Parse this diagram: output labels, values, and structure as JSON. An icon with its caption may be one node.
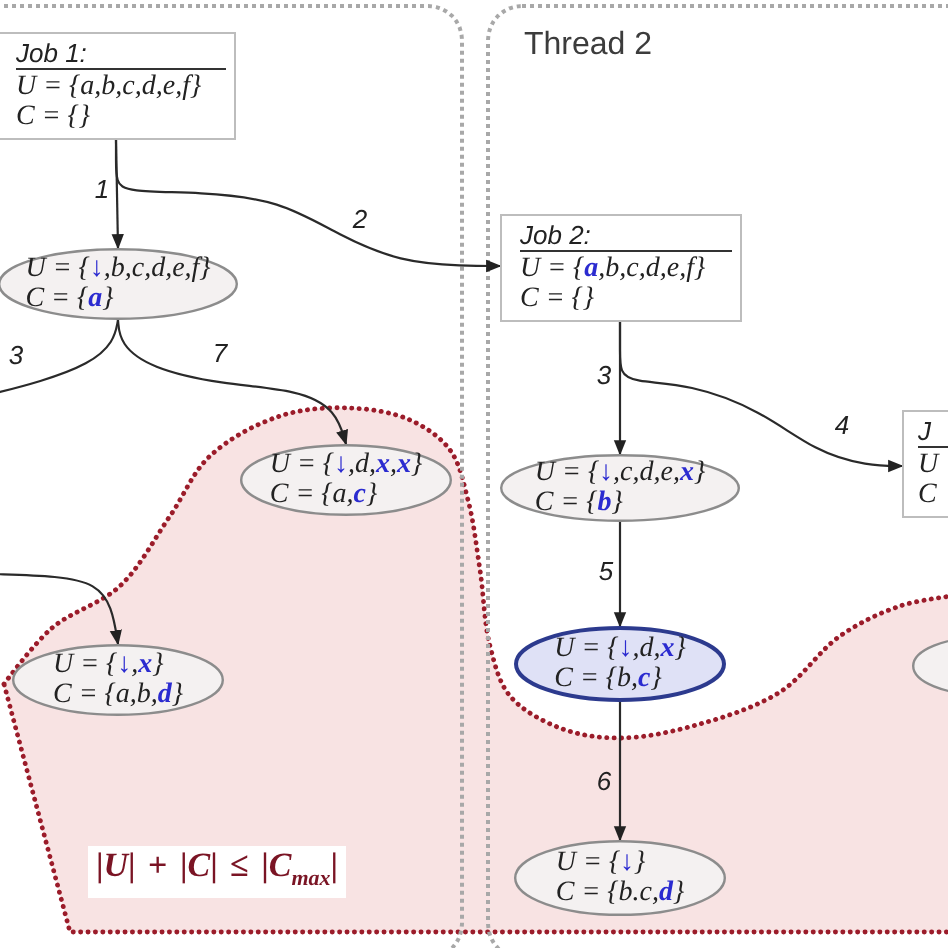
{
  "diagram": {
    "nodes": [
      {
        "text": [],
        "shape": "box"
      },
      {
        "text": [
          "Job 1:",
          "U = {a,b,c,d,e,f}",
          "C = {}"
        ],
        "in": 0
      },
      {
        "text": [
          "U = {**↓**,b,c,d,e,f}",
          "C = {**a**}"
        ],
        "in": 0
      },
      {
        "text": [
          "Thread 2"
        ]
      },
      {
        "text": [
          "Job 2:",
          "U = {**a**,b,c,d,e,f}",
          "C = {}"
        ],
        "in": 3
      },
      {
        "text": [
          "U = {**↓**,c,d,e,**x**}",
          "C = {**b**}"
        ],
        "in": 3
      },
      {
        "text": [
          "J",
          "U",
          "C"
        ],
        "in": 3
      },
      {
        "text": [
          "U = {**↓**,d,**x**,**x**}",
          "C = {a,**c**}"
        ],
        "in": 0
      },
      {
        "text": [
          "U = {**↓**,**x**}",
          "C = {a,b,**d**}"
        ],
        "in": 0
      },
      {
        "text": [
          "U = {**↓**,d,**x**}",
          "C = {b,**c**}"
        ],
        "in": 3
      },
      {
        "text": [
          "U = {**↓**}",
          "C = {b.c,**d**}"
        ],
        "in": 3
      },
      {
        "text": [],
        "shape": "ellipse",
        "in": 3
      }
    ],
    "edges": [
      {
        "from": 1,
        "to": 2,
        "arrow": "to",
        "label": "1"
      },
      {
        "from": 1,
        "to": 4,
        "arrow": "to",
        "label": "2"
      },
      {
        "from": 2,
        "to": null,
        "arrow": "none",
        "label": "3"
      },
      {
        "from": 2,
        "to": 7,
        "arrow": "to",
        "label": "7"
      },
      {
        "from": null,
        "to": 8,
        "arrow": "to"
      },
      {
        "from": 4,
        "to": 5,
        "arrow": "to",
        "label": "3"
      },
      {
        "from": 4,
        "to": 6,
        "arrow": "to",
        "label": "4"
      },
      {
        "from": 5,
        "to": 9,
        "arrow": "to",
        "label": "5"
      },
      {
        "from": 9,
        "to": 10,
        "arrow": "to",
        "label": "6"
      }
    ],
    "labels": [
      "|*U*| + |*C*| ≤ |*C*$_{max}$|"
    ]
  }
}
